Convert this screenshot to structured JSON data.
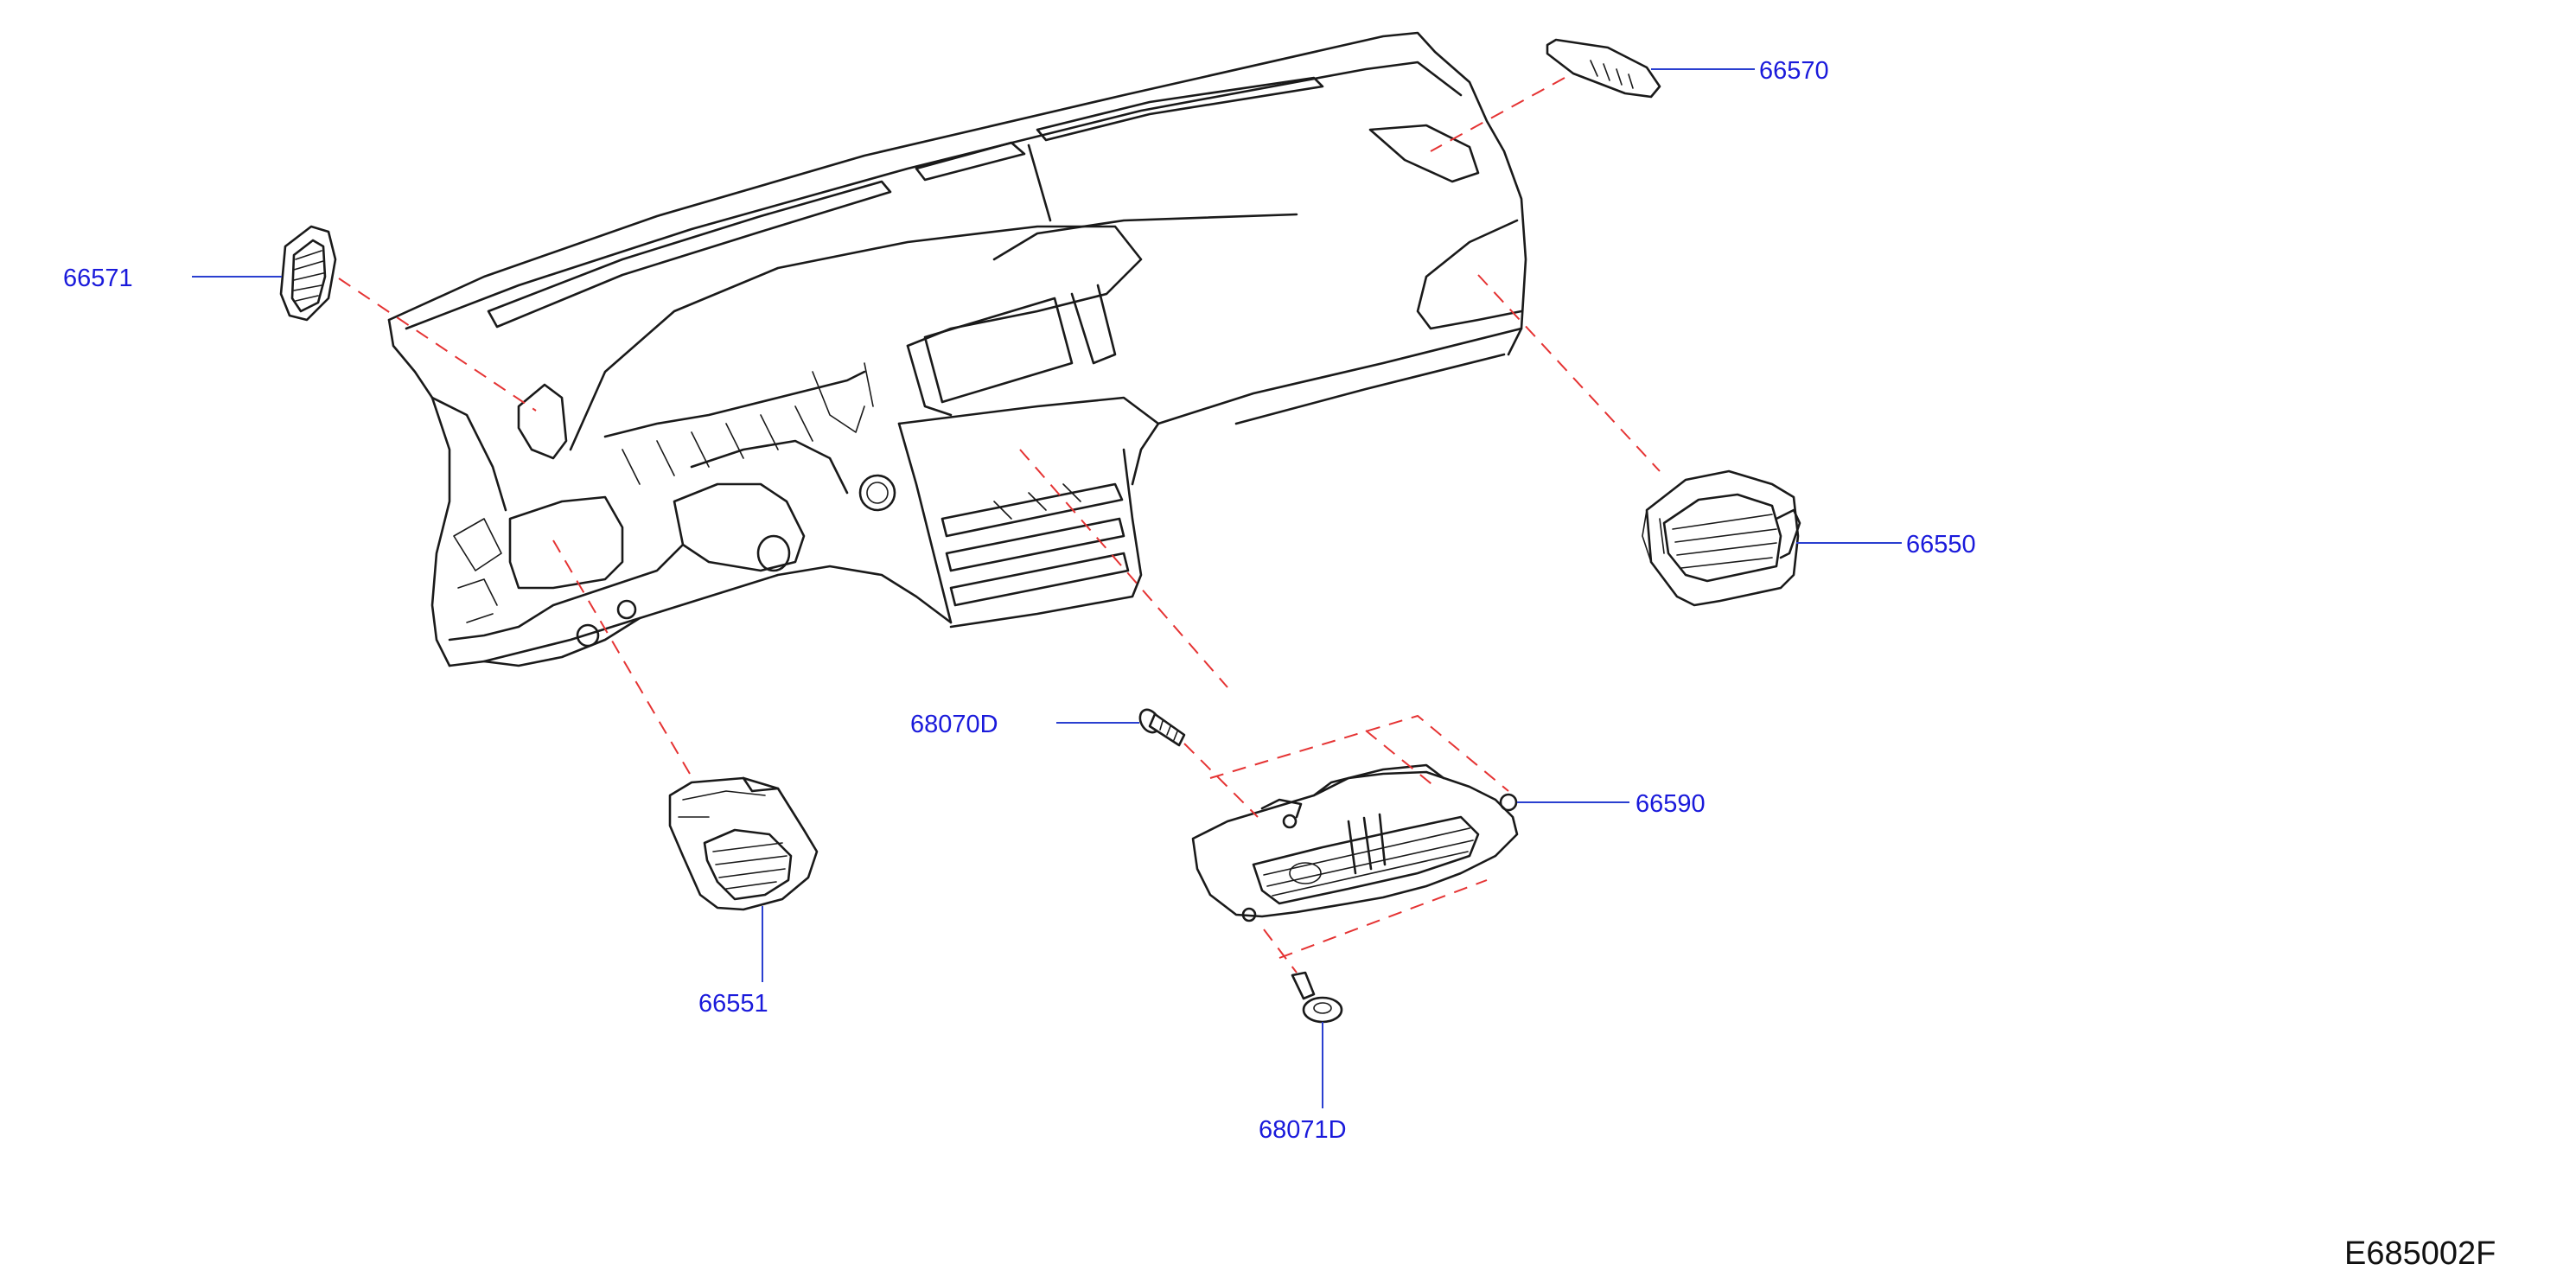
{
  "parts": {
    "p66570": "66570",
    "p66571": "66571",
    "p66550": "66550",
    "p68070D": "68070D",
    "p66590": "66590",
    "p66551": "66551",
    "p68071D": "68071D"
  },
  "drawing_id": "E685002F",
  "colors": {
    "label": "#1a1adb",
    "leader": "#2a3fd0",
    "dash": "#e53333",
    "ink": "#1a1a1a"
  }
}
